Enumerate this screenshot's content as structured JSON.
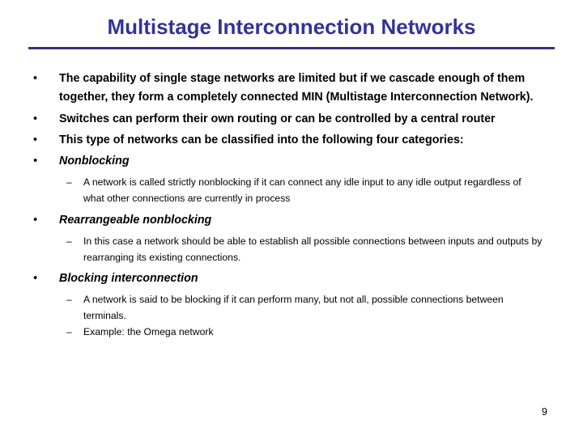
{
  "slide": {
    "title": "Multistage Interconnection Networks",
    "page_number": "9",
    "colors": {
      "title": "#333399",
      "rule": "#3b3080",
      "body_text": "#000000",
      "background": "#ffffff"
    },
    "bullet_marker": "•",
    "sub_bullet_marker": "–",
    "content": [
      {
        "level": 1,
        "style": "bold",
        "text": "The capability of single stage networks are limited but if we cascade enough of them together, they form a completely connected MIN (Multistage Interconnection Network)."
      },
      {
        "level": 1,
        "style": "bold",
        "text": "Switches can perform their own routing or can be controlled by a central router"
      },
      {
        "level": 1,
        "style": "bold",
        "text": "This type of networks can be classified into the following four categories:"
      },
      {
        "level": 1,
        "style": "bold-italic",
        "text": "Nonblocking"
      },
      {
        "level": 2,
        "style": "regular",
        "text": "A network is called strictly nonblocking if it can connect any idle input to any idle output regardless of what other connections are currently in process"
      },
      {
        "level": 1,
        "style": "bold-italic",
        "text": "Rearrangeable nonblocking"
      },
      {
        "level": 2,
        "style": "regular",
        "text": "In this case a network should be able to establish all possible connections between inputs and outputs by rearranging its existing connections."
      },
      {
        "level": 1,
        "style": "bold-italic",
        "text": "Blocking interconnection"
      },
      {
        "level": 2,
        "style": "regular",
        "text": "A network is said to be blocking if it can perform many, but not all, possible connections between terminals."
      },
      {
        "level": 2,
        "style": "regular",
        "text": "Example: the Omega network"
      }
    ]
  }
}
